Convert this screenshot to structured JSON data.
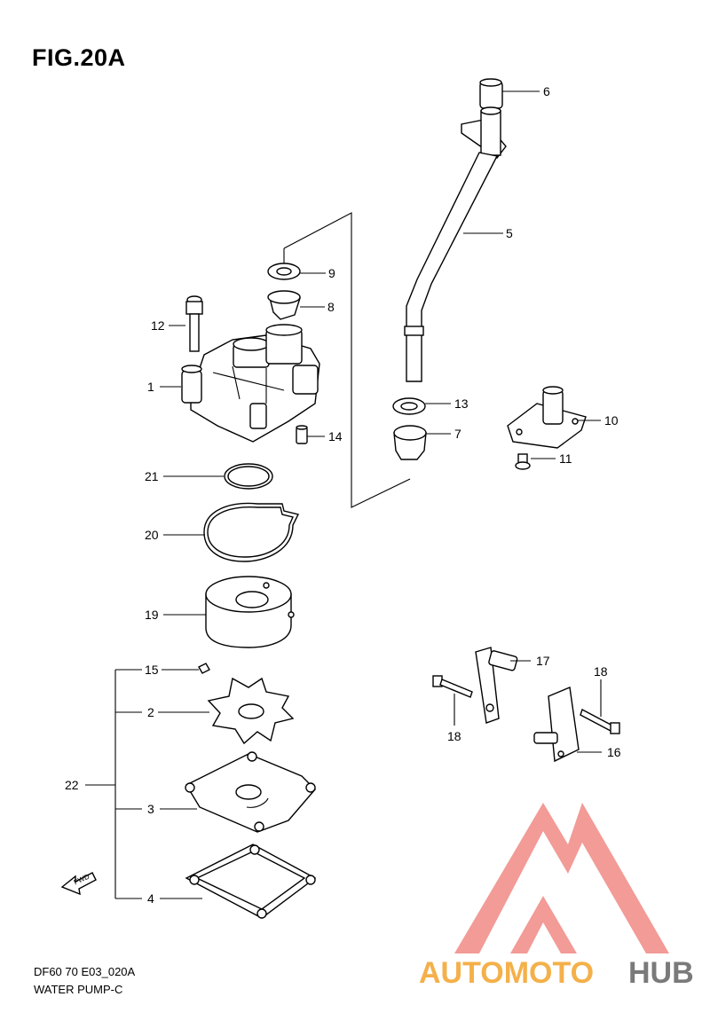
{
  "figure": {
    "title": "FIG.20A"
  },
  "footer": {
    "code": "DF60 70 E03_020A",
    "name": "WATER PUMP-C"
  },
  "callouts": {
    "c1": "1",
    "c2": "2",
    "c3": "3",
    "c4": "4",
    "c5": "5",
    "c6": "6",
    "c7": "7",
    "c8": "8",
    "c9": "9",
    "c10": "10",
    "c11": "11",
    "c12": "12",
    "c13": "13",
    "c14": "14",
    "c15": "15",
    "c16": "16",
    "c17": "17",
    "c18a": "18",
    "c18b": "18",
    "c19": "19",
    "c20": "20",
    "c21": "21",
    "c22": "22"
  },
  "fwd_mark": "FWD",
  "watermark": {
    "text_part1": "AUTOMOTO",
    "text_part2": "HUB",
    "color1": "#f08a86",
    "color2": "#f4b04a",
    "color3": "#7a7a7a"
  }
}
